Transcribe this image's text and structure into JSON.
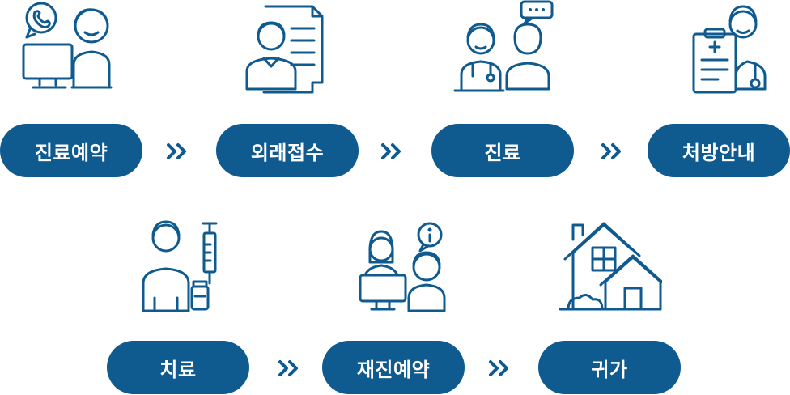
{
  "steps": [
    {
      "label": "진료예약",
      "icon": "phone-reservation-icon"
    },
    {
      "label": "외래접수",
      "icon": "reception-document-icon"
    },
    {
      "label": "진료",
      "icon": "doctor-consultation-icon"
    },
    {
      "label": "처방안내",
      "icon": "prescription-nurse-icon"
    },
    {
      "label": "치료",
      "icon": "treatment-syringe-icon"
    },
    {
      "label": "재진예약",
      "icon": "revisit-reservation-icon"
    },
    {
      "label": "귀가",
      "icon": "home-icon"
    }
  ],
  "arrow_glyph": "»",
  "colors": {
    "accent": "#0f5a8f",
    "background": "#ffffff"
  }
}
